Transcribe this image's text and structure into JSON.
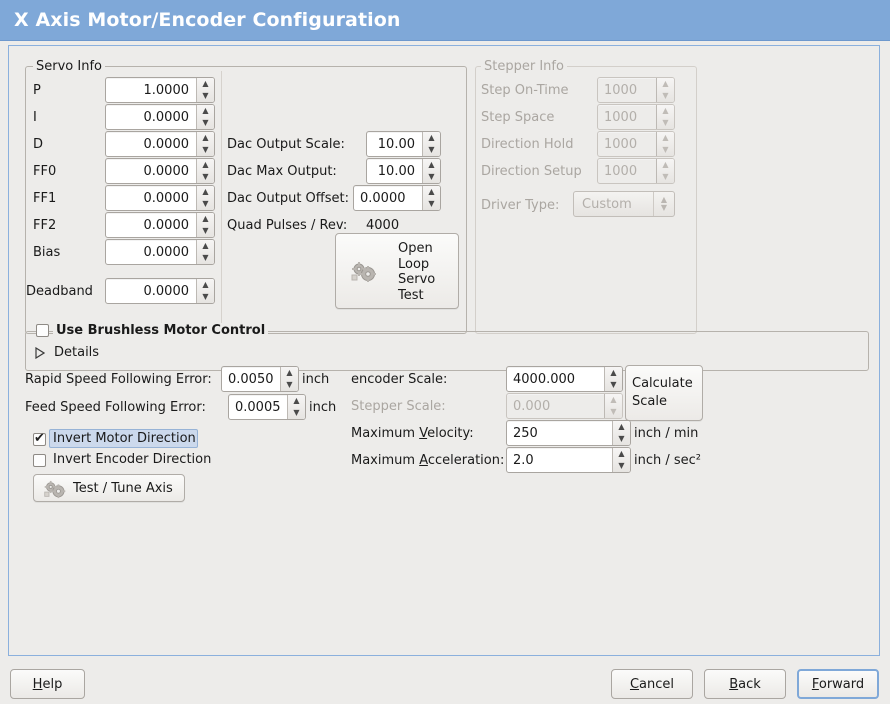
{
  "window": {
    "title": "X Axis Motor/Encoder Configuration"
  },
  "servo": {
    "legend": "Servo Info",
    "rows": [
      {
        "label": "P",
        "value": "1.0000"
      },
      {
        "label": "I",
        "value": "0.0000"
      },
      {
        "label": "D",
        "value": "0.0000"
      },
      {
        "label": "FF0",
        "value": "0.0000"
      },
      {
        "label": "FF1",
        "value": "0.0000"
      },
      {
        "label": "FF2",
        "value": "0.0000"
      },
      {
        "label": "Bias",
        "value": "0.0000"
      },
      {
        "label": "Deadband",
        "value": "0.0000"
      }
    ],
    "dac": [
      {
        "label": "Dac Output Scale:",
        "value": "10.00"
      },
      {
        "label": "Dac Max Output:",
        "value": "10.00"
      },
      {
        "label": "Dac Output Offset:",
        "value": "0.0000"
      }
    ],
    "quad_label": "Quad Pulses / Rev:",
    "quad_value": "4000",
    "open_loop_button": "Open\nLoop\nServo\nTest",
    "open_loop_lines": [
      "Open",
      "Loop",
      "Servo",
      "Test"
    ]
  },
  "stepper": {
    "legend": "Stepper Info",
    "rows": [
      {
        "label": "Step On-Time",
        "value": "1000"
      },
      {
        "label": "Step Space",
        "value": "1000"
      },
      {
        "label": "Direction Hold",
        "value": "1000"
      },
      {
        "label": "Direction Setup",
        "value": "1000"
      }
    ],
    "driver_label": "Driver Type:",
    "driver_value": "Custom",
    "enabled": false
  },
  "brushless": {
    "checkbox_label": "Use Brushless Motor Control",
    "checked": false,
    "details_label": "Details",
    "details_expanded": false
  },
  "errors": {
    "rapid_label": "Rapid Speed Following Error:",
    "rapid_value": "0.0050",
    "rapid_unit": "inch",
    "feed_label": "Feed Speed Following Error:",
    "feed_value": "0.0005",
    "feed_unit": "inch"
  },
  "inverts": {
    "motor_label": "Invert Motor Direction",
    "motor_checked": true,
    "motor_focused": true,
    "encoder_label": "Invert Encoder Direction",
    "encoder_checked": false
  },
  "test_tune_button": "Test / Tune Axis",
  "scaling": {
    "encoder_label": "encoder Scale:",
    "encoder_value": "4000.000",
    "stepper_label": "Stepper Scale:",
    "stepper_value": "0.000",
    "stepper_enabled": false,
    "calculate_button_lines": [
      "Calculate",
      "Scale"
    ],
    "velocity_label_pre": "Maximum ",
    "velocity_label_key": "V",
    "velocity_label_post": "elocity:",
    "velocity_value": "250",
    "velocity_unit": "inch / min",
    "accel_label_pre": "Maximum ",
    "accel_label_key": "A",
    "accel_label_post": "cceleration:",
    "accel_value": "2.0",
    "accel_unit": "inch / sec²"
  },
  "footer": {
    "help": "Help",
    "help_key": "H",
    "cancel": "Cancel",
    "cancel_key": "C",
    "back": "Back",
    "back_key": "B",
    "forward": "Forward",
    "forward_key": "F",
    "forward_focused": true
  },
  "colors": {
    "titlebar": "#7fa8d8",
    "background": "#edecea",
    "frame_border": "#b6b2ac",
    "focus_border": "#7fa8d8",
    "highlight": "#ccd9ec",
    "disabled_text": "#aaa6a1"
  },
  "icons": {
    "spin_up": "▲",
    "spin_down": "▼",
    "expander": "▷",
    "gear": "gears-icon"
  }
}
